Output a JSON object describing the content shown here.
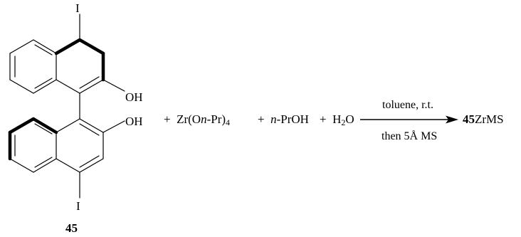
{
  "compound": {
    "number": "45",
    "top_substituent": "I",
    "bottom_substituent": "I",
    "top_hydroxyl": "OH",
    "bottom_hydroxyl": "OH"
  },
  "reagents": {
    "plus1": "+",
    "zr_prefix": "Zr(O",
    "zr_italic": "n",
    "zr_mid": "-Pr)",
    "zr_sub": "4",
    "plus2": "+",
    "propanol_italic": "n",
    "propanol_rest": "-PrOH",
    "plus3": "+",
    "water_h": "H",
    "water_sub": "2",
    "water_o": "O"
  },
  "conditions": {
    "above": "toluene, r.t.",
    "below": "then 5Å MS"
  },
  "product": {
    "bold_part": "45",
    "rest": "ZrMS"
  },
  "colors": {
    "ink": "#000000",
    "background": "#ffffff"
  }
}
